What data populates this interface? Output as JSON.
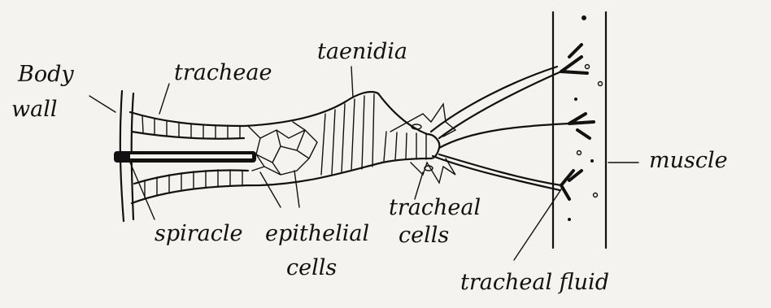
{
  "diagram": {
    "labels": {
      "body_wall": "Body wall",
      "tracheae": "tracheae",
      "taenidia": "taenidia",
      "muscle": "muscle",
      "spiracle": "spiracle",
      "epithelial_cells": "epithelial cells",
      "tracheal_cells": "tracheal cells",
      "tracheal_fluid": "tracheal fluid"
    }
  }
}
